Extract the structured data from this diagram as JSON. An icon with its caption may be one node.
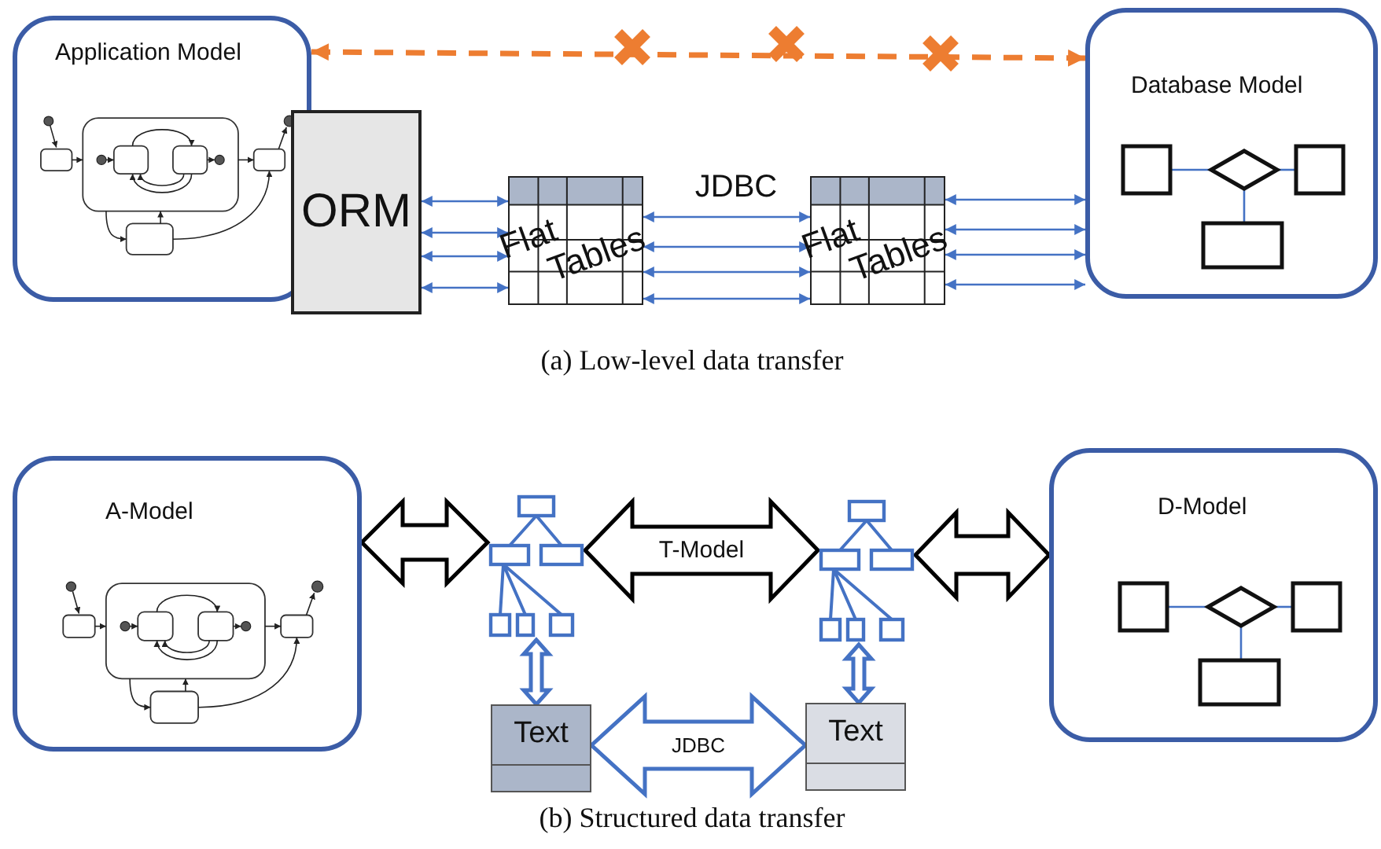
{
  "diagram": {
    "nodes": [
      {
        "text": [
          "Application Model"
        ]
      },
      {
        "text": [
          "ORM"
        ]
      },
      {
        "text": [
          "Flat Tables"
        ]
      },
      {
        "text": [
          "Flat Tables"
        ]
      },
      {
        "text": [
          "Database Model"
        ]
      },
      {
        "text": [
          "A-Model"
        ]
      },
      {
        "text": [],
        "shape": "tree"
      },
      {
        "text": [],
        "shape": "tree"
      },
      {
        "text": [
          "D-Model"
        ]
      },
      {
        "text": [
          "Text"
        ]
      },
      {
        "text": [
          "Text"
        ]
      }
    ],
    "edges": [
      {
        "from": 0,
        "to": 4,
        "arrow": "both",
        "style": "dashed",
        "color": "#ed7d31"
      },
      {
        "from": 1,
        "to": 2,
        "arrow": "both"
      },
      {
        "from": 1,
        "to": 2,
        "arrow": "both"
      },
      {
        "from": 1,
        "to": 2,
        "arrow": "both"
      },
      {
        "from": 1,
        "to": 2,
        "arrow": "both"
      },
      {
        "from": 2,
        "to": 3,
        "arrow": "both"
      },
      {
        "from": 2,
        "to": 3,
        "arrow": "both"
      },
      {
        "from": 2,
        "to": 3,
        "arrow": "both"
      },
      {
        "from": 2,
        "to": 3,
        "arrow": "both"
      },
      {
        "from": 3,
        "to": 4,
        "arrow": "both"
      },
      {
        "from": 3,
        "to": 4,
        "arrow": "both"
      },
      {
        "from": 3,
        "to": 4,
        "arrow": "both"
      },
      {
        "from": 3,
        "to": 4,
        "arrow": "both"
      },
      {
        "from": 5,
        "to": 6,
        "arrow": "both",
        "style": "thick",
        "color": "#000000"
      },
      {
        "from": 6,
        "to": 7,
        "arrow": "both",
        "label": "T-Model",
        "style": "thick",
        "color": "#000000"
      },
      {
        "from": 7,
        "to": 8,
        "arrow": "both",
        "style": "thick",
        "color": "#000000"
      },
      {
        "from": 6,
        "to": 9,
        "arrow": "both",
        "style": "thick"
      },
      {
        "from": 7,
        "to": 10,
        "arrow": "both",
        "style": "thick"
      },
      {
        "from": 9,
        "to": 10,
        "arrow": "both",
        "label": "JDBC",
        "style": "thick"
      }
    ],
    "labels": [
      "JDBC",
      "(a) Low-level data transfer",
      "(b) Structured data transfer"
    ]
  }
}
